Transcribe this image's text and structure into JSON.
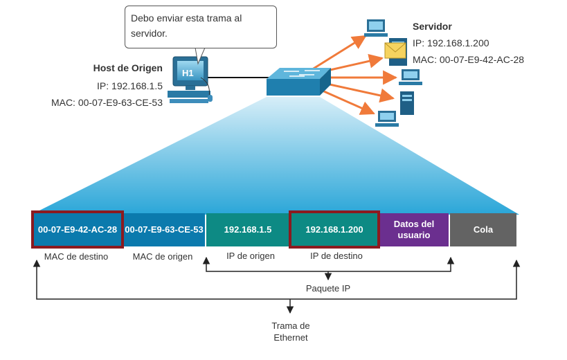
{
  "bubble_text": "Debo enviar esta trama al servidor.",
  "source_host": {
    "title": "Host de Origen",
    "ip": "IP: 192.168.1.5",
    "mac": "MAC: 00-07-E9-63-CE-53",
    "badge": "H1"
  },
  "server": {
    "title": "Servidor",
    "ip": "IP: 192.168.1.200",
    "mac": "MAC: 00-07-E9-42-AC-28"
  },
  "frame": {
    "fields": [
      {
        "text": "00-07-E9-42-AC-28",
        "color": "#0b7aad",
        "highlight": true
      },
      {
        "text": "00-07-E9-63-CE-53",
        "color": "#0b7aad",
        "highlight": false
      },
      {
        "text": "192.168.1.5",
        "color": "#0d8a84",
        "highlight": false
      },
      {
        "text": "192.168.1.200",
        "color": "#0d8a84",
        "highlight": true
      },
      {
        "text": "Datos del usuario",
        "color": "#6b2f8f",
        "highlight": false
      },
      {
        "text": "Cola",
        "color": "#636363",
        "highlight": false
      }
    ],
    "captions": {
      "mac_dest": "MAC de destino",
      "mac_src": "MAC de origen",
      "ip_src": "IP de origen",
      "ip_dest": "IP de destino"
    },
    "packet_label": "Paquete IP",
    "frame_label": "Trama de Ethernet"
  },
  "colors": {
    "arrow": "#f07a3a",
    "highlight_border": "#8b1a1f",
    "fan_top": "#d7eef8",
    "fan_bottom": "#2aa6d8"
  }
}
